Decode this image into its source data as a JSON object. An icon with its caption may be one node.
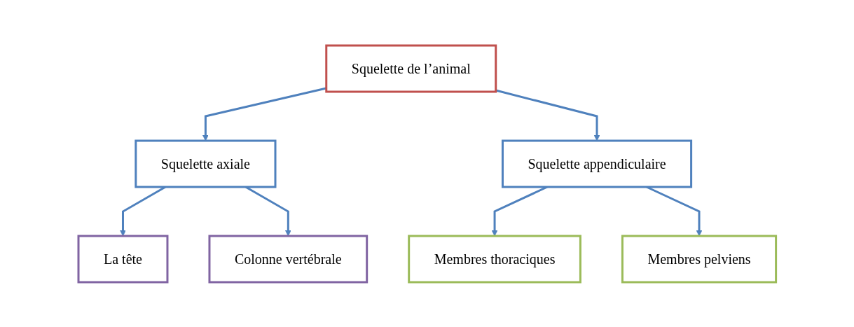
{
  "diagram": {
    "nodes": [
      {
        "text": [
          "Squelette de l’animal"
        ]
      },
      {
        "text": [
          "Squelette axiale"
        ]
      },
      {
        "text": [
          "Squelette appendiculaire"
        ]
      },
      {
        "text": [
          "La tête"
        ]
      },
      {
        "text": [
          "Colonne vertébrale"
        ]
      },
      {
        "text": [
          "Membres thoraciques"
        ]
      },
      {
        "text": [
          "Membres pelviens"
        ]
      }
    ],
    "edges": [
      {
        "from": 0,
        "to": 1,
        "arrow": "to"
      },
      {
        "from": 0,
        "to": 2,
        "arrow": "to"
      },
      {
        "from": 1,
        "to": 3,
        "arrow": "to"
      },
      {
        "from": 1,
        "to": 4,
        "arrow": "to"
      },
      {
        "from": 2,
        "to": 5,
        "arrow": "to"
      },
      {
        "from": 2,
        "to": 6,
        "arrow": "to"
      }
    ]
  }
}
